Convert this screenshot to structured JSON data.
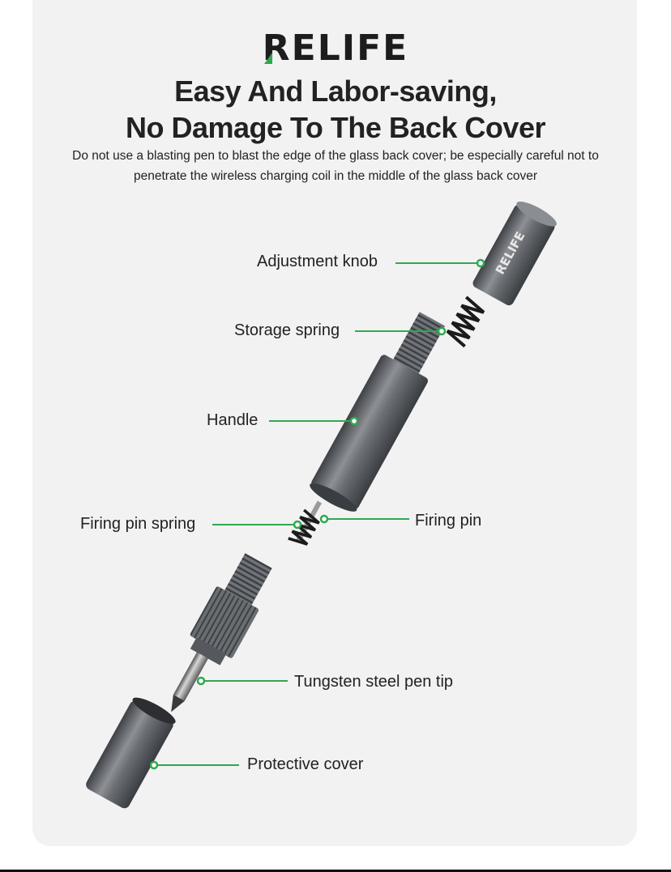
{
  "brand": {
    "name": "RELIFE",
    "accent_color": "#2fa84f"
  },
  "headline": {
    "line1": "Easy And Labor-saving,",
    "line2": "No Damage To The Back Cover"
  },
  "description": {
    "line1": "Do not use a blasting pen to blast the edge of the glass back cover; be especially careful not to",
    "line2": "penetrate the wireless charging coil in the middle of the glass back cover"
  },
  "parts": {
    "adjustment_knob": "Adjustment knob",
    "storage_spring": "Storage spring",
    "handle": "Handle",
    "firing_pin_spring": "Firing pin spring",
    "firing_pin": "Firing pin",
    "pen_tip": "Tungsten steel pen tip",
    "protective_cover": "Protective cover"
  },
  "knob_engraving": "RELIFE",
  "colors": {
    "callout_line": "#2fa84f",
    "metal": "#6b6e72",
    "background": "#f2f2f2"
  }
}
